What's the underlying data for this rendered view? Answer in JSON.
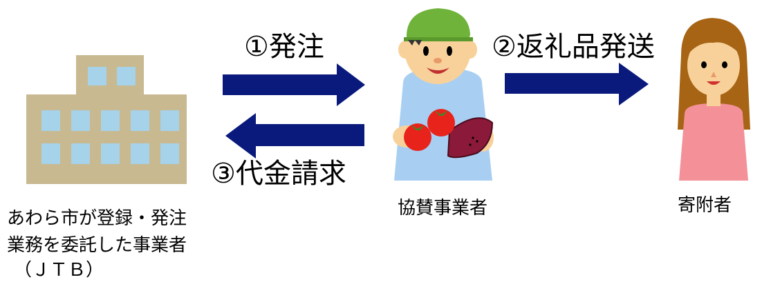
{
  "flow": {
    "step1_label": "①発注",
    "step2_label": "②返礼品発送",
    "step3_label": "③代金請求"
  },
  "actors": {
    "entrusted": {
      "name_lines": [
        "あわら市が登録・発注",
        "業務を委託した事業者",
        "（ＪＴＢ）"
      ],
      "icon": "office-building-icon"
    },
    "sponsor": {
      "name": "協賛事業者",
      "icon": "farmer-icon"
    },
    "donor": {
      "name": "寄附者",
      "icon": "donor-woman-icon"
    }
  },
  "colors": {
    "arrow": "#0a1a7c",
    "building": "#c8b990",
    "window": "#a6d2ea",
    "farmer_shirt": "#a8cff2",
    "farmer_cap": "#6fb33a",
    "skin": "#f8d19a",
    "tomato": "#e8231c",
    "sweet_potato": "#8b1a3a",
    "donor_hair": "#a66414",
    "donor_dress": "#f49098"
  }
}
